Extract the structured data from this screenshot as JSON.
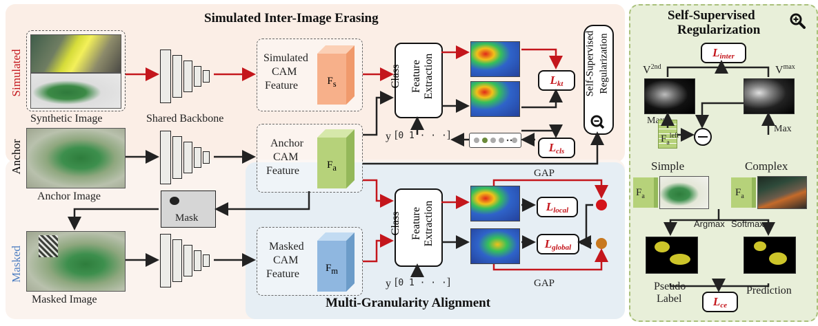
{
  "sections": {
    "simulated_title": "Simulated Inter-Image Erasing",
    "multi_title": "Multi-Granularity  Alignment",
    "ssr_title_line1": "Self-Supervised",
    "ssr_title_line2": "Regularization"
  },
  "row_labels": {
    "simulated": "Simulated",
    "anchor": "Anchor",
    "masked": "Masked"
  },
  "captions": {
    "synthetic_image": "Synthetic Image",
    "shared_backbone": "Shared Backbone",
    "anchor_image": "Anchor Image",
    "masked_image": "Masked Image",
    "mask": "Mask"
  },
  "features": {
    "simulated": {
      "l1": "Simulated",
      "l2": "CAM",
      "l3": "Feature",
      "sym": "F",
      "sub": "s"
    },
    "anchor": {
      "l1": "Anchor",
      "l2": "CAM",
      "l3": "Feature",
      "sym": "F",
      "sub": "a"
    },
    "masked": {
      "l1": "Masked",
      "l2": "CAM",
      "l3": "Feature",
      "sym": "F",
      "sub": "m"
    }
  },
  "class_extraction": {
    "l1": "Class",
    "l2": "Feature",
    "l3": "Extraction"
  },
  "ssr_vertical": {
    "l1": "Self-Supervised",
    "l2": "Regularization"
  },
  "label_vector": {
    "y": "y",
    "bits": "0 1 · · ·"
  },
  "gap": "GAP",
  "losses": {
    "kt": {
      "L": "L",
      "sub": "kt"
    },
    "cls": {
      "L": "L",
      "sub": "cls"
    },
    "local": {
      "L": "L",
      "sub": "local"
    },
    "global": {
      "L": "L",
      "sub": "global"
    },
    "inter": {
      "L": "L",
      "sub": "inter"
    },
    "ce": {
      "L": "L",
      "sub": "ce"
    }
  },
  "right_panel": {
    "v2nd": "V",
    "v2nd_sup": "2nd",
    "vmax": "V",
    "vmax_sup": "max",
    "max_left": "Max",
    "max_right": "Max",
    "fa_left": "F",
    "fa_left_sub": "a",
    "fa_left_sup": "left",
    "simple": "Simple",
    "complex": "Complex",
    "fa": "F",
    "fa_sub": "a",
    "argmax": "Argmax",
    "softmax": "Softmax",
    "pseudo_l1": "Pseudo",
    "pseudo_l2": "Label",
    "prediction": "Prediction",
    "zoom_icon": "magnifier-plus-icon"
  },
  "colors": {
    "red_arrow": "#c4161c",
    "dark_arrow": "#222222",
    "top_bg": "#fbeee6",
    "bottom_bg": "#e7eef4",
    "right_bg": "#eaf0dc",
    "simulated_label": "#c4161c",
    "masked_label": "#4f7fc2",
    "cube_orange": "#f7b08a",
    "cube_green": "#b6d27a",
    "cube_blue": "#8fb7e0"
  }
}
